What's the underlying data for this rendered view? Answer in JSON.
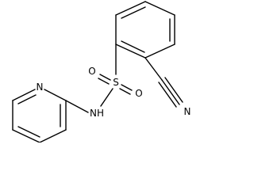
{
  "molecule": {
    "atoms": {
      "sulfonyl_oxygen_left": "O",
      "sulfur": "S",
      "sulfonyl_oxygen_right": "O",
      "nitrile_nitrogen": "N",
      "pyridine_nitrogen": "N",
      "amine_group": "NH"
    }
  },
  "colors": {
    "bond": "#000000",
    "label": "#000000",
    "background": "#ffffff"
  }
}
